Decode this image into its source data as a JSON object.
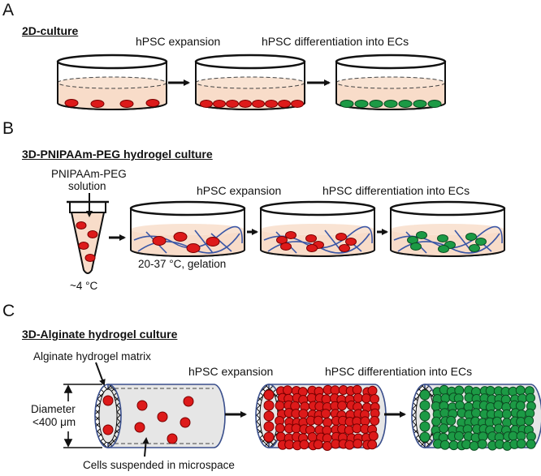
{
  "panels": [
    {
      "letter": "A",
      "title": "2D-culture",
      "steps": [
        "hPSC expansion",
        "hPSC differentiation into ECs"
      ]
    },
    {
      "letter": "B",
      "title": "3D-PNIPAAm-PEG hydrogel culture",
      "solution_label": "PNIPAAm-PEG solution",
      "solution_lines": [
        "PNIPAAm-PEG",
        "solution"
      ],
      "temp_cold": "~4 °C",
      "gelation": "20-37 °C, gelation",
      "steps": [
        "hPSC expansion",
        "hPSC differentiation into ECs"
      ]
    },
    {
      "letter": "C",
      "title": "3D-Alginate hydrogel culture",
      "matrix_label": "Alginate hydrogel matrix",
      "diameter_lines": [
        "Diameter",
        "<400 μm"
      ],
      "cells_label": "Cells suspended in microspace",
      "steps": [
        "hPSC expansion",
        "hPSC differentiation into ECs"
      ]
    }
  ],
  "colors": {
    "medium": "#f8dcc9",
    "red_cell": "#dd1a1a",
    "green_cell": "#1c9a45",
    "tube_fill": "#e6e6e6",
    "tube_border": "#3a4f8c",
    "fiber": "#3b57a6"
  },
  "icons": [
    "dish-icon",
    "tube-icon",
    "arrow-icon",
    "cell-icon",
    "fiber-tube-icon"
  ]
}
